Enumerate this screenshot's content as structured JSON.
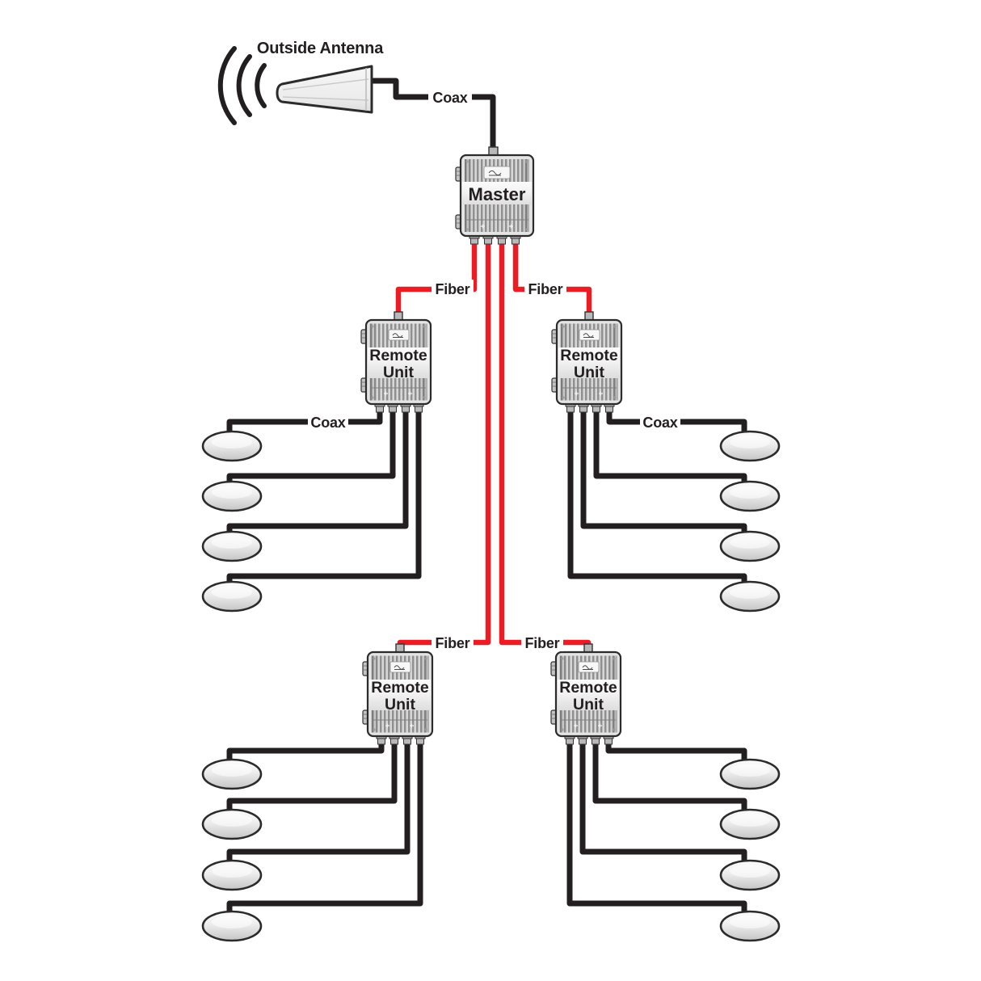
{
  "diagram": {
    "type": "signal-booster-network-topology",
    "title": "Outside Antenna",
    "labels": {
      "coax": "Coax",
      "fiber": "Fiber"
    },
    "master": {
      "label": "Master"
    },
    "remote": {
      "line1": "Remote",
      "line2": "Unit"
    },
    "topology": {
      "master_count": 1,
      "remote_unit_count": 4,
      "dome_antennas_per_remote_unit": 4,
      "links": [
        {
          "from": "outside-antenna",
          "to": "master",
          "cable": "Coax"
        },
        {
          "from": "master",
          "to": "remote-unit-top-left",
          "cable": "Fiber"
        },
        {
          "from": "master",
          "to": "remote-unit-top-right",
          "cable": "Fiber"
        },
        {
          "from": "master",
          "to": "remote-unit-bottom-left",
          "cable": "Fiber"
        },
        {
          "from": "master",
          "to": "remote-unit-bottom-right",
          "cable": "Fiber"
        },
        {
          "from": "remote-unit-top-left",
          "to": "4-dome-antennas-left",
          "cable": "Coax"
        },
        {
          "from": "remote-unit-top-right",
          "to": "4-dome-antennas-right",
          "cable": "Coax"
        },
        {
          "from": "remote-unit-bottom-left",
          "to": "4-dome-antennas-left",
          "cable": "Coax"
        },
        {
          "from": "remote-unit-bottom-right",
          "to": "4-dome-antennas-right",
          "cable": "Coax"
        }
      ]
    },
    "colors": {
      "fiber_cable": "#ec1c24",
      "coax_cable": "#231f20",
      "background": "#ffffff",
      "unit_body": "#d9d9d9"
    }
  }
}
